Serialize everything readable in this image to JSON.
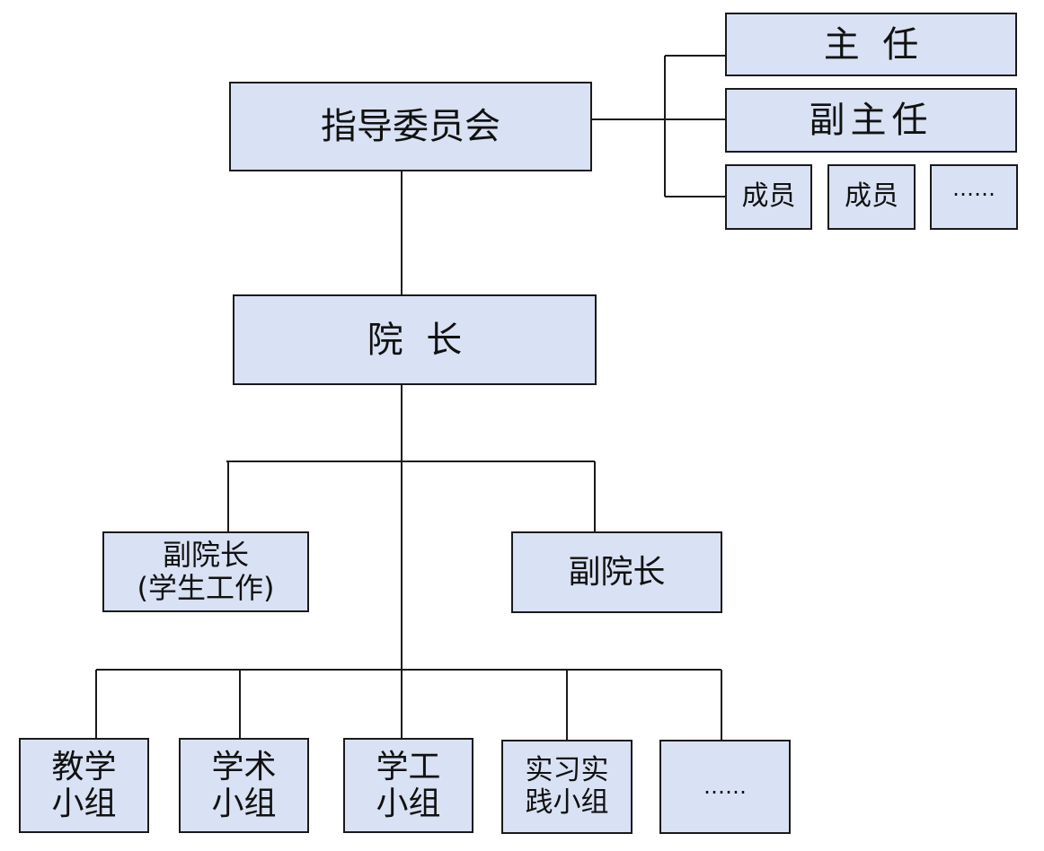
{
  "colors": {
    "box_fill": "#d9e1f4",
    "box_border": "#1a1a1a",
    "connector": "#1a1a1a",
    "text": "#111111"
  },
  "committee": {
    "name": "指导委员会",
    "director": "主  任",
    "deputy_director": "副主任",
    "members": [
      "成员",
      "成员",
      "……"
    ]
  },
  "dean": "院  长",
  "vice_deans": {
    "student_affairs": "副院长\n(学生工作)",
    "general": "副院长"
  },
  "groups": [
    "教学\n小组",
    "学术\n小组",
    "学工\n小组",
    "实习实\n践小组",
    "……"
  ]
}
